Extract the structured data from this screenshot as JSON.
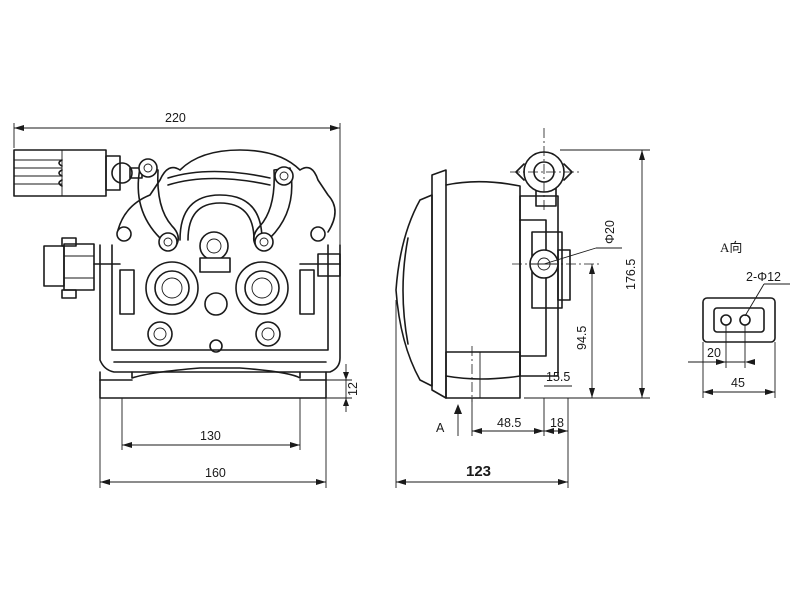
{
  "dimensions": {
    "front_width": "220",
    "front_base_inner": "130",
    "front_base_outer": "160",
    "front_base_height": "12",
    "side_height": "176.5",
    "side_axis_height": "94.5",
    "roller_diameter": "Φ20",
    "side_offset_a": "48.5",
    "side_offset_b": "18",
    "side_small": "15.5",
    "side_length": "123",
    "view_arrow_label": "A",
    "detail_hole_inner": "20",
    "detail_hole_outer": "45",
    "detail_holes": "2-Φ12"
  },
  "views": {
    "detail_title": "A向"
  }
}
